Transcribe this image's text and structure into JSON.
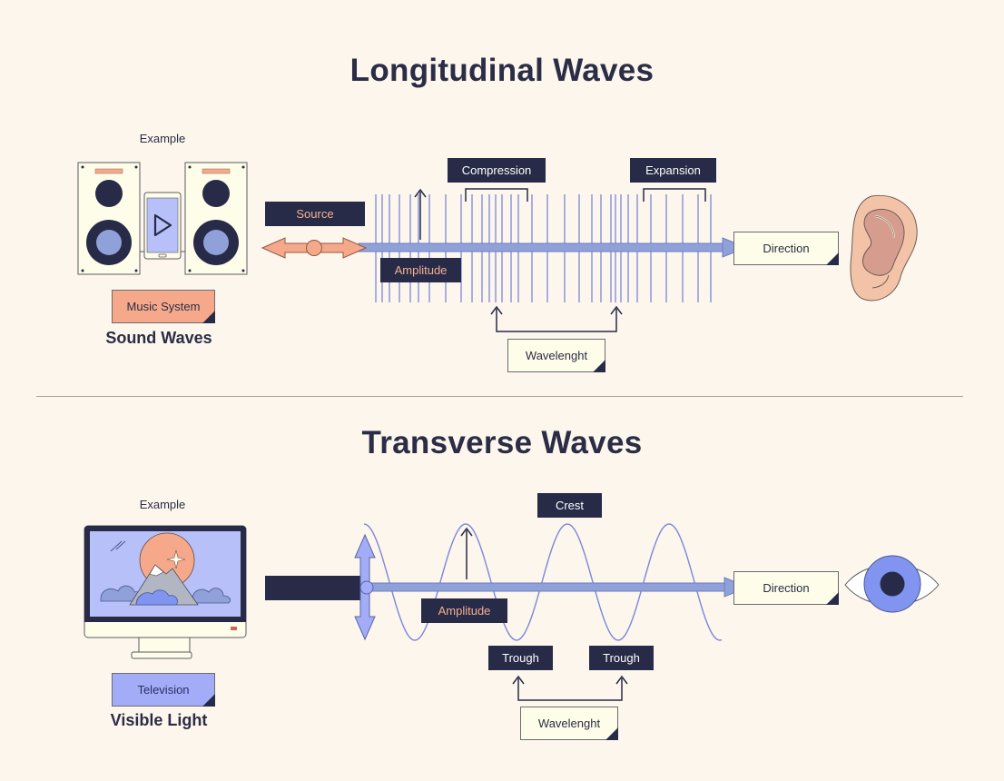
{
  "longitudinal": {
    "title": "Longitudinal Waves",
    "example_label": "Example",
    "device_label": "Music System",
    "wave_type": "Sound Waves",
    "labels": {
      "source": "Source",
      "amplitude": "Amplitude",
      "compression": "Compression",
      "expansion": "Expansion",
      "direction": "Direction",
      "wavelength": "Wavelenght"
    },
    "receiver_icon": "ear-icon",
    "device_icon": "music-system-icon"
  },
  "transverse": {
    "title": "Transverse Waves",
    "example_label": "Example",
    "device_label": "Television",
    "wave_type": "Visible Light",
    "labels": {
      "crest": "Crest",
      "amplitude": "Amplitude",
      "trough_1": "Trough",
      "trough_2": "Trough",
      "direction": "Direction",
      "wavelength": "Wavelenght"
    },
    "receiver_icon": "eye-icon",
    "device_icon": "television-icon"
  },
  "colors": {
    "background": "#fcf6ed",
    "navy": "#272b47",
    "peach": "#f6a98a",
    "lavender": "#a3adf7",
    "wave_blue": "#8a9bd6",
    "cream": "#fefde9"
  }
}
